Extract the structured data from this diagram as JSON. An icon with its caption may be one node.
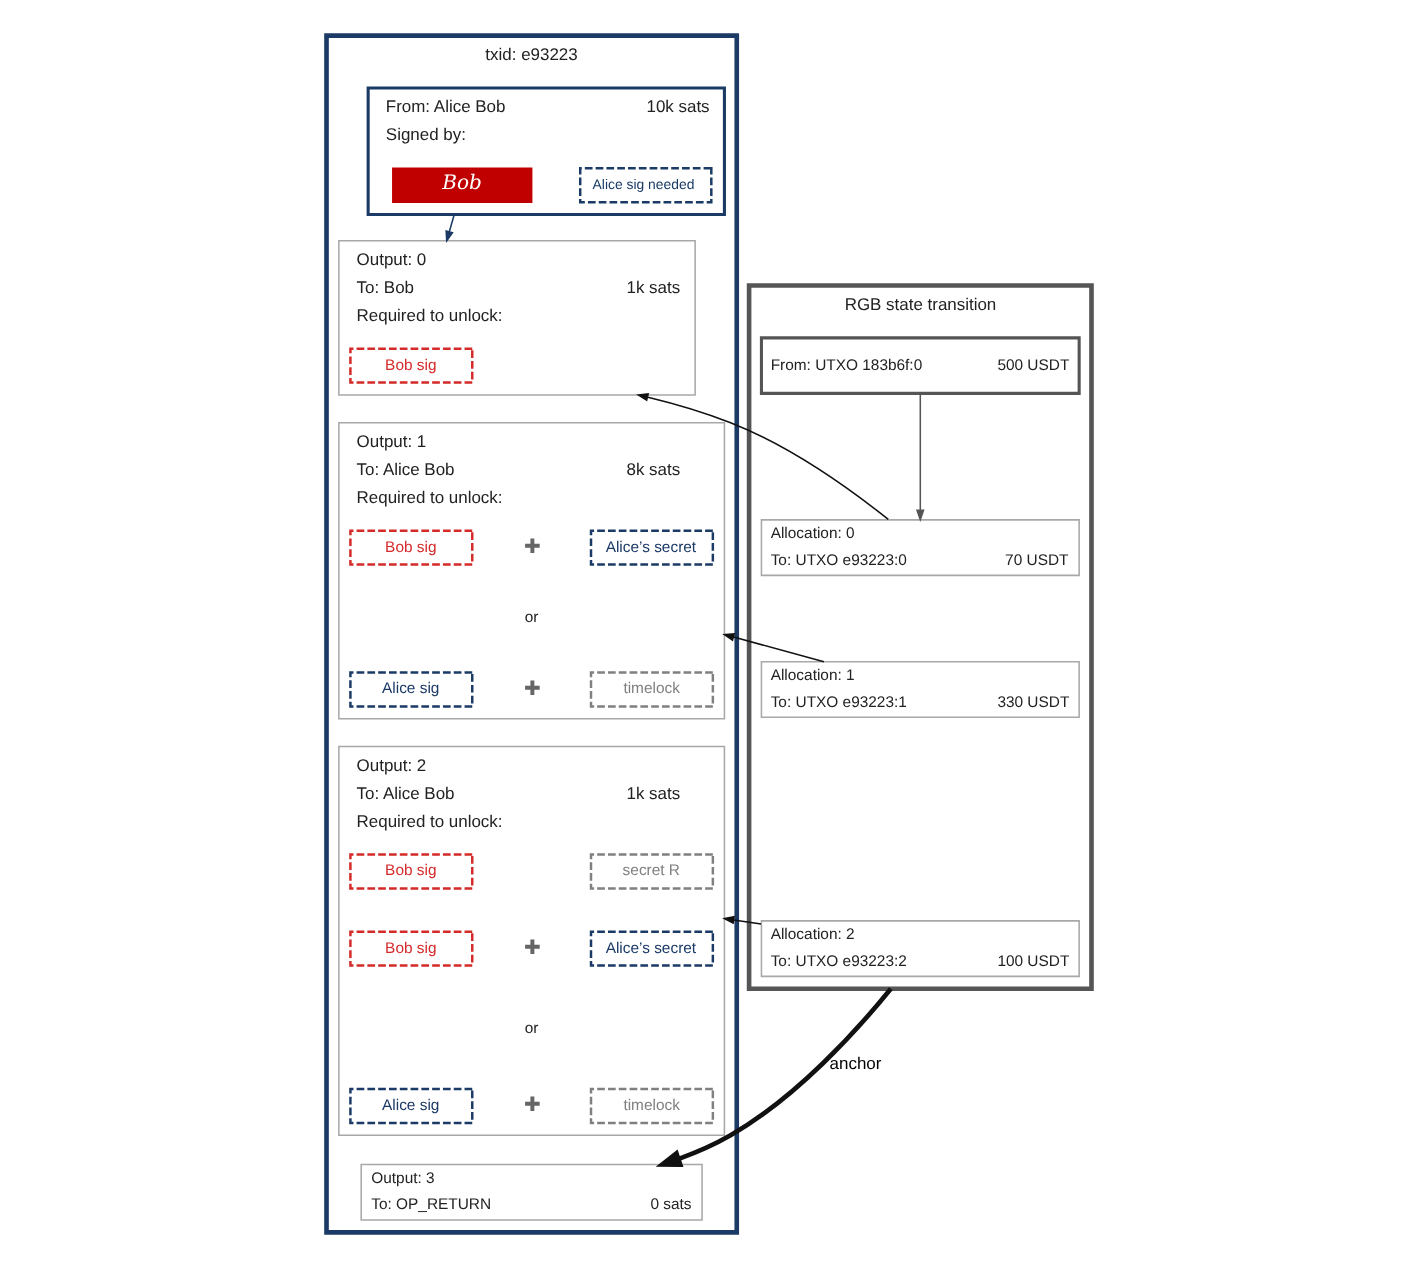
{
  "diagram": {
    "nodes": [
      {
        "text": [
          "txid: e93223"
        ]
      },
      {
        "text": [
          "From: Alice Bob",
          "10k sats",
          "Signed by:"
        ],
        "in": 0
      },
      {
        "text": [
          "Bob"
        ],
        "in": 1
      },
      {
        "text": [
          "Alice sig needed"
        ],
        "in": 1
      },
      {
        "text": [
          "Output: 0",
          "To: Bob",
          "1k sats",
          "Required to unlock:"
        ],
        "in": 0
      },
      {
        "text": [
          "Bob sig"
        ],
        "in": 4
      },
      {
        "text": [
          "Output: 1",
          "To: Alice Bob",
          "8k sats",
          "Required to unlock:"
        ],
        "in": 0
      },
      {
        "text": [
          "Bob sig"
        ],
        "in": 6
      },
      {
        "text": [
          "Alice’s secret"
        ],
        "in": 6
      },
      {
        "text": [
          "Alice sig"
        ],
        "in": 6
      },
      {
        "text": [
          "timelock"
        ],
        "in": 6
      },
      {
        "text": [
          "Output: 2",
          "To: Alice Bob",
          "1k sats",
          "Required to unlock:"
        ],
        "in": 0
      },
      {
        "text": [
          "Bob sig"
        ],
        "in": 11
      },
      {
        "text": [
          "secret R"
        ],
        "in": 11
      },
      {
        "text": [
          "Bob sig"
        ],
        "in": 11
      },
      {
        "text": [
          "Alice’s secret"
        ],
        "in": 11
      },
      {
        "text": [
          "Alice sig"
        ],
        "in": 11
      },
      {
        "text": [
          "timelock"
        ],
        "in": 11
      },
      {
        "text": [
          "Output: 3",
          "To: OP_RETURN",
          "0 sats"
        ],
        "in": 0
      },
      {
        "text": [
          "RGB state transition"
        ]
      },
      {
        "text": [
          "From: UTXO 183b6f:0",
          "500 USDT"
        ],
        "in": 19
      },
      {
        "text": [
          "Allocation: 0",
          "To: UTXO e93223:0",
          "70 USDT"
        ],
        "in": 19
      },
      {
        "text": [
          "Allocation: 1",
          "To: UTXO e93223:1",
          "330 USDT"
        ],
        "in": 19
      },
      {
        "text": [
          "Allocation: 2",
          "To: UTXO e93223:2",
          "100 USDT"
        ],
        "in": 19
      }
    ],
    "edges": [
      {
        "from": 1,
        "to": 4,
        "arrow": "to",
        "color": "#1b3a66"
      },
      {
        "from": 20,
        "to": 21,
        "arrow": "to",
        "color": "#555555"
      },
      {
        "from": 21,
        "to": 4,
        "arrow": "to"
      },
      {
        "from": 22,
        "to": 6,
        "arrow": "to"
      },
      {
        "from": 23,
        "to": 11,
        "arrow": "to"
      },
      {
        "from": 19,
        "to": 18,
        "arrow": "to",
        "label": "anchor",
        "style": "thick"
      }
    ],
    "labels": [
      "✚",
      "or",
      "✚",
      "✚",
      "or",
      "✚"
    ]
  }
}
